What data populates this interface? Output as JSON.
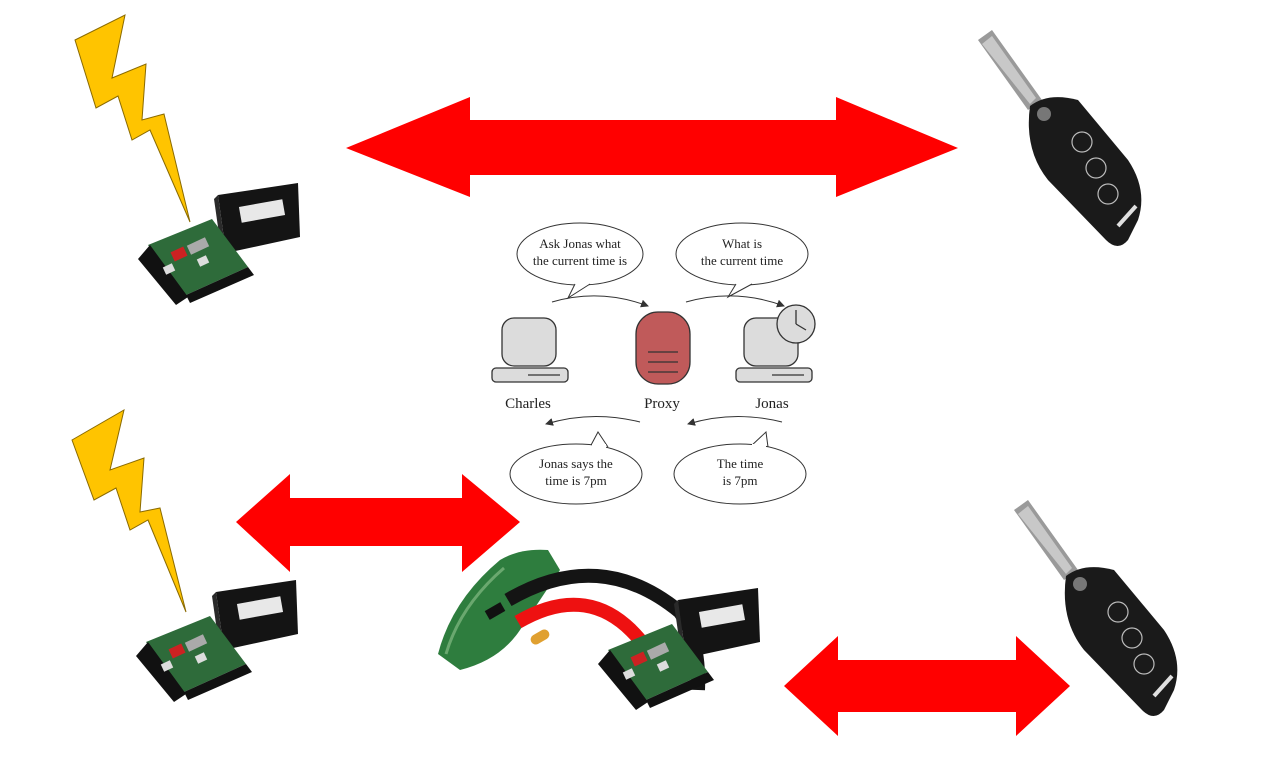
{
  "colors": {
    "arrow_red": "#ff0000",
    "bolt_yellow": "#ffc400",
    "proxy_fill": "#c05a5a",
    "device_gray": "#dcdcdc",
    "pcb_green": "#2e6b3a",
    "box_black": "#141414"
  },
  "icons": [
    "lightning-bolt-icon",
    "relay-device-icon",
    "car-key-fob-icon",
    "computer-icon",
    "proxy-icon",
    "clock-icon",
    "key-pcb-icon"
  ],
  "proxy_diagram": {
    "nodes": {
      "left": "Charles",
      "middle": "Proxy",
      "right": "Jonas"
    },
    "bubbles": {
      "top_left": [
        "Ask Jonas what",
        "the current time is"
      ],
      "top_right": [
        "What is",
        "the current time"
      ],
      "bottom_left": [
        "Jonas says the",
        "time is 7pm"
      ],
      "bottom_right": [
        "The time",
        "is 7pm"
      ]
    }
  }
}
